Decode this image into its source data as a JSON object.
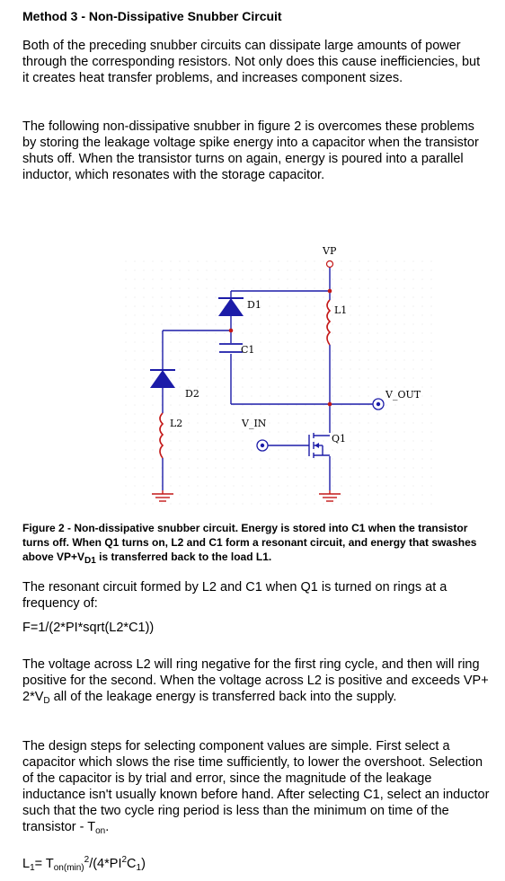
{
  "title": "Method 3 - Non-Dissipative Snubber Circuit",
  "para1": "Both of the preceding snubber circuits can dissipate large amounts of power through the corresponding resistors.  Not only does this cause inefficiencies, but it creates heat transfer problems, and increases component sizes.",
  "para2": "The following non-dissipative snubber in figure 2 is overcomes these problems by storing the leakage voltage spike energy into a capacitor when the transistor shuts off.  When the transistor turns on again, energy is poured into a parallel inductor, which resonates with the storage capacitor.",
  "figure": {
    "labels": {
      "vp": "VP",
      "d1": "D1",
      "l1": "L1",
      "c1": "C1",
      "d2": "D2",
      "v_out": "V_OUT",
      "l2": "L2",
      "v_in": "V_IN",
      "q1": "Q1"
    }
  },
  "caption": {
    "part1": "Figure 2 - Non-dissipative snubber circuit. Energy is stored into C1 when the transistor turns off.  When Q1 turns on, L2 and C1 form a resonant circuit, and energy that swashes above VP+V",
    "sub": "D1",
    "part2": " is transferred back to the load L1."
  },
  "para3": "The resonant circuit formed by L2 and C1 when Q1 is turned on rings at a frequency of:",
  "formula1": "F=1/(2*PI*sqrt(L2*C1))",
  "para4": {
    "part1": "The voltage across L2 will ring negative for the first ring cycle, and then will ring positive for the second.   When the voltage across L2 is positive and exceeds VP+ 2*V",
    "sub": "D",
    "part2": " all of the leakage energy is transferred back into the supply."
  },
  "para5": {
    "part1": "The design steps for selecting component values are simple.  First select a capacitor which slows the rise time sufficiently, to lower the overshoot. Selection of the capacitor is by trial and error, since the magnitude of the leakage inductance isn't usually known before hand. After selecting C1, select an inductor such that the two cycle ring period is less than the minimum on time of the transistor - T",
    "sub": "on",
    "part2": "."
  },
  "formula2": {
    "l": "L",
    "l_sub": "1",
    "eq": "= T",
    "t_sub": "on(min)",
    "sup": "2",
    "mid": "/(4*PI",
    "sup2": "2",
    "c": "C",
    "c_sub": "1",
    "end": ")"
  }
}
